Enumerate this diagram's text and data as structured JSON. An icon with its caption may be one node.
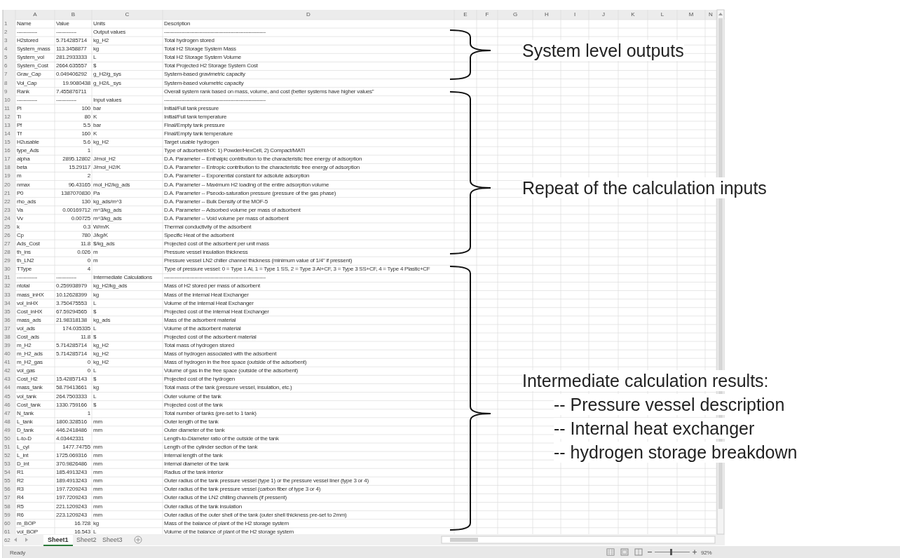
{
  "diagram": {
    "labels": [
      "A",
      "B",
      "C",
      "D",
      "E",
      "F",
      "G",
      "H",
      "I",
      "J",
      "K",
      "L",
      "M",
      "N",
      "1",
      "Name",
      "Value",
      "Units",
      "Description",
      "2",
      "------------",
      "------------",
      "Output values",
      "------------------------------------------------------------",
      "3",
      "H2stored",
      "5.714285714",
      "kg_H2",
      "Total hydrogen stored",
      "4",
      "System_mass",
      "113.3458877",
      "kg",
      "Total H2 Storage System Mass",
      "5",
      "System_vol",
      "281.2933333",
      "L",
      "Total H2 Storage System Volume",
      "6",
      "System_Cost",
      "2664.635557",
      "$",
      "Total Projected H2 Storage System Cost",
      "7",
      "Grav_Cap",
      "0.049406292",
      "g_H2/g_sys",
      "System-based gravimetric capacity",
      "8",
      "Vol_Cap",
      "19.9080438",
      "g_H2/L_sys",
      "System-based volumetric capacity",
      "9",
      "Rank",
      "7.455876711",
      "Overall system rank based on mass, volume, and cost (better systems have higher values\"",
      "10",
      "------------",
      "------------",
      "Input values",
      "------------------------------------------------------------",
      "11",
      "Pi",
      "100",
      "bar",
      "Initial/Full tank pressure",
      "12",
      "Ti",
      "80",
      "K",
      "Initial/Full tank temperature",
      "13",
      "Pf",
      "5.5",
      "bar",
      "Final/Empty tank pressure",
      "14",
      "Tf",
      "160",
      "K",
      "Final/Empty tank temperature",
      "15",
      "H2usable",
      "5.6",
      "kg_H2",
      "Target usable hydrogen",
      "16",
      "type_Ads",
      "1",
      "Type of adsorbent/HX:  1) Powder/HexCell, 2) Compact/MATI",
      "17",
      "alpha",
      "2895.12802",
      "J/mol_H2",
      "D.A. Parameter -- Enthalpic contribution to the characteristic free energy of adsorption",
      "18",
      "beta",
      "15.29117",
      "J/mol_H2/K",
      "D.A. Parameter -- Entropic contribution to the characteristic free energy of adsorption",
      "19",
      "m",
      "2",
      "D.A. Parameter -- Exponential constant for adsolute adsorption",
      "20",
      "nmax",
      "96.43165",
      "mol_H2/kg_ads",
      "D.A. Parameter -- Maximum H2 loading of the entire adsorption volume",
      "21",
      "P0",
      "1387070830",
      "Pa",
      "D.A. Parameter -- Pseodo-saturation pressure (pressure of the gas phase)",
      "22",
      "rho_ads",
      "130",
      "kg_ads/m^3",
      "D.A. Parameter -- Bulk Density of the MOF-5",
      "23",
      "Va",
      "0.00169712",
      "m^3/kg_ads",
      "D.A. Parameter -- Adsorbed volume per mass of adsorbent",
      "24",
      "Vv",
      "0.00725",
      "m^3/kg_ads",
      "D.A. Parameter -- Void volume per mass of adsorbent",
      "25",
      "k",
      "0.3",
      "W/m/K",
      "Thermal conductivity of the adsorbent",
      "26",
      "Cp",
      "780",
      "J/kg/K",
      "Specific Heat of the adsorbent",
      "27",
      "Ads_Cost",
      "11.8",
      "$/kg_ads",
      "Projected cost of the adsorbent per unit mass",
      "28",
      "th_ins",
      "0.026",
      "m",
      "Pressure vessel insulation thickness",
      "29",
      "th_LN2",
      "0",
      "m",
      "Pressure vessel LN2 chiller channel thickness (minimum value of 1/4\" if pressent)",
      "30",
      "TType",
      "4",
      "Type of pressure vessel: 0 = Type 1 Al, 1 = Type 1 SS, 2 = Type 3 Al+CF, 3 = Type 3 SS+CF, 4 = Type 4 Plastic+CF",
      "31",
      "------------",
      "------------",
      "Intermediate Calculations",
      "------------------------------------------------------------",
      "32",
      "ntotal",
      "0.259938979",
      "kg_H2/kg_ads",
      "Mass of H2 stored per mass of adsorbent",
      "33",
      "mass_inHX",
      "10.12628399",
      "kg",
      "Mass of the internal Heat Exchanger",
      "34",
      "vol_inHX",
      "3.750475553",
      "L",
      "Volume of the internal Heat Exchanger",
      "35",
      "Cost_inHX",
      "67.59294565",
      "$",
      "Projected cost of the internal Heat Exchanger",
      "36",
      "mass_ads",
      "21.98318138",
      "kg_ads",
      "Mass of the adsorbent material",
      "37",
      "vol_ads",
      "174.035335",
      "L",
      "Volume of the adsorbent material",
      "38",
      "Cost_ads",
      "11.8",
      "$",
      "Projected cost of the adsorbent material",
      "39",
      "m_H2",
      "5.714285714",
      "kg_H2",
      "Total mass of hydrogen stored",
      "40",
      "m_H2_ads",
      "5.714285714",
      "kg_H2",
      "Mass of hydrogen associated with the adsorbent",
      "41",
      "m_H2_gas",
      "0",
      "kg_H2",
      "Mass of hydrogen in the free space (outside of the adsorbent)",
      "42",
      "vol_gas",
      "0",
      "L",
      "Volume of gas in the free space (outside of the adsorbent)",
      "43",
      "Cost_H2",
      "15.42857143",
      "$",
      "Projected cost of the hydrogen",
      "44",
      "mass_tank",
      "58.79413661",
      "kg",
      "Total mass of the tank (pressure vessel, insulation, etc.)",
      "45",
      "vol_tank",
      "264.7503333",
      "L",
      "Outer volume of the tank",
      "46",
      "Cost_tank",
      "1330.759166",
      "$",
      "Projected cost of the tank",
      "47",
      "N_tank",
      "1",
      "Total number of tanks (pre-set to 1 tank)",
      "48",
      "L_tank",
      "1800.328516",
      "mm",
      "Outer length of the tank",
      "49",
      "D_tank",
      "446.2418486",
      "mm",
      "Outer diameter of the tank",
      "50",
      "L-to-D",
      "4.03442331",
      "Length-to-Diameter ratio of the outside of the tank",
      "51",
      "L_cyl",
      "1477.74755",
      "mm",
      "Length of the cylinder section of the tank",
      "52",
      "L_int",
      "1725.069316",
      "mm",
      "Internal length of the tank",
      "53",
      "D_int",
      "370.9826486",
      "mm",
      "Internal diameter of the tank",
      "54",
      "R1",
      "185.4913243",
      "mm",
      "Radius of the tank interior",
      "55",
      "R2",
      "189.4913243",
      "mm",
      "Outer radius of the tank pressure vessel (type 1) or the pressure vessel liner (type 3 or 4)",
      "56",
      "R3",
      "197.7209243",
      "mm",
      "Outer radius of the tank pressure vessel (carbon fiber of type 3 or 4)",
      "57",
      "R4",
      "197.7209243",
      "mm",
      "Outer radius of the LN2 chilling channels (if pressent)",
      "58",
      "R5",
      "221.1209243",
      "mm",
      "Outer radius of the tank insulation",
      "59",
      "R6",
      "223.1209243",
      "mm",
      "Outer radius of the outer shell of the tank (outer shell thickness pre-set to 2mm)",
      "60",
      "m_BOP",
      "16.728",
      "kg",
      "Mass of the balance of plant of the H2 storage system",
      "61",
      "vol_BOP",
      "16.543",
      "L",
      "Volume of the balance of plant of the H2 storage system",
      "62",
      "Sheet1",
      "Sheet2",
      "Sheet3",
      "Ready",
      "92%",
      "System level outputs",
      "Repeat of the calculation inputs",
      "Intermediate calculation results:",
      "-- Pressure vessel description",
      "-- Internal heat exchanger",
      "-- hydrogen storage breakdown"
    ]
  }
}
